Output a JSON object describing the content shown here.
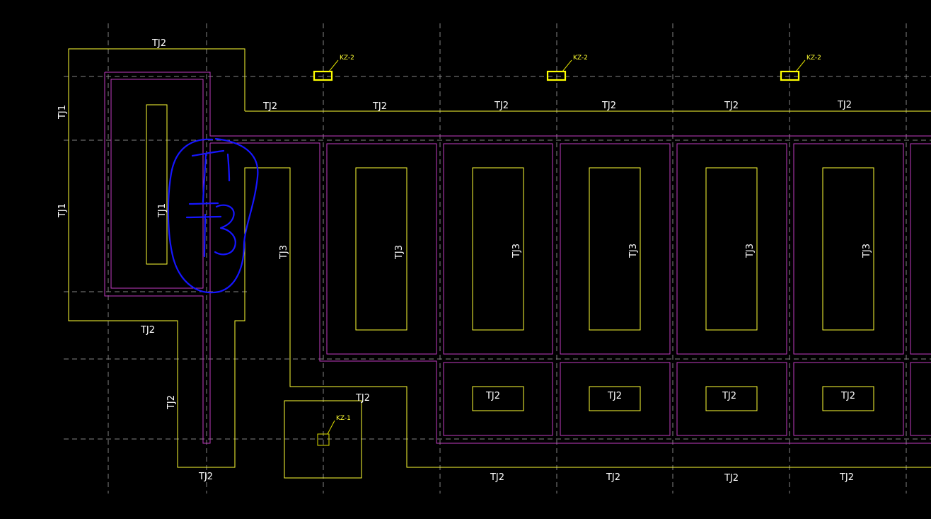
{
  "drawing": {
    "labels": {
      "tj1": "TJ1",
      "tj2": "TJ2",
      "tj3": "TJ3",
      "kz1": "KZ-1",
      "kz2": "KZ-2"
    },
    "colors": {
      "background": "#000000",
      "foundation_outline": "#ffff33",
      "slab_outline": "#c23cc2",
      "grid_line": "#9a9a9a",
      "markup_ink": "#1616ff"
    }
  }
}
